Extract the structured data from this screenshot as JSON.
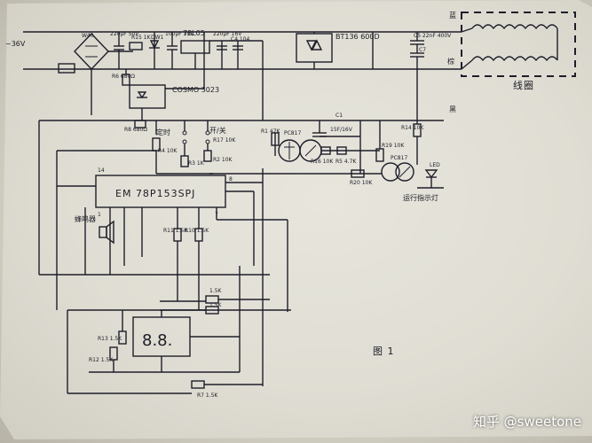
{
  "watermark": "知乎 @sweetone",
  "figure_label": "图 1",
  "supply_voltage": "~36V",
  "components": {
    "bridge": "W40",
    "c2": "220μF 50V",
    "r15": "R15 1K",
    "dw1": "DW1",
    "c3": "100μF 35V",
    "regulator": "78L05",
    "c4_a": "220μF 16V",
    "c4_b": "C4 104",
    "r6": "R6 680Ω",
    "optotriac": "COSMO 3023",
    "r8": "R8 680Ω",
    "triac": "BT136 600D",
    "c5": "C5 22nF 400V",
    "c7": "C7",
    "r1": "R1 47K",
    "pc817_1": "PC817",
    "c1": "C1",
    "c1_value": "15F/16V",
    "r16": "R16 10K",
    "r5": "R5 4.7K",
    "r14": "R14 10K",
    "r19": "R19 10K",
    "pc817_2": "PC817",
    "r20": "R20 10K",
    "led": "LED",
    "run_lamp": "运行指示灯",
    "mcu": "EM 78P153SPJ",
    "pin14": "14",
    "pin1": "1",
    "pin7": "7",
    "pin8": "8",
    "r4": "R4 10K",
    "r3": "R3 1K",
    "r17": "R17 10K",
    "r2": "R2 10K",
    "timer_switch": "定时",
    "on_off": "开/关",
    "buzzer": "蜂鸣器",
    "r11": "R11 1.5K",
    "r10": "R10 1.5K",
    "r_a": "1.5K",
    "r_b": "1.5K",
    "display": "8.8.",
    "r13": "R13 1.5K",
    "r12": "R12 1.5K",
    "r7": "R7 1.5K",
    "wire_blue": "蓝",
    "wire_brown": "棕",
    "wire_black": "黑",
    "coil": "线圈"
  }
}
